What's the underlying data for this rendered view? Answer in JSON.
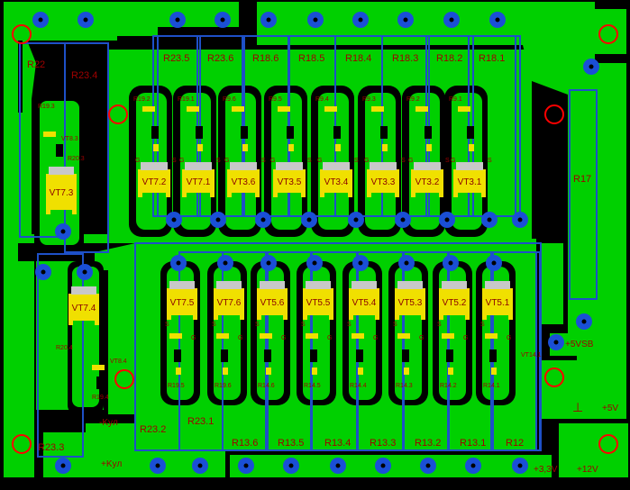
{
  "colors": {
    "board": "#000000",
    "copper": "#00d000",
    "pad": "#1a4fd6",
    "pad_hole": "#000000",
    "outline": "#1e50c8",
    "chip": "#f0e000",
    "text": "#a00000",
    "mark": "#ff0000"
  },
  "top_resistors": [
    "R23.5",
    "R23.6",
    "R18.6",
    "R18.5",
    "R18.4",
    "R18.3",
    "R18.2",
    "R18.1"
  ],
  "top_transistors": [
    "VT7.2",
    "VT7.1",
    "VT3.6",
    "VT3.5",
    "VT3.4",
    "VT3.3",
    "VT3.2",
    "VT3.1"
  ],
  "top_small": [
    "R19.2",
    "R19.1",
    "R9.6",
    "R9.5",
    "R9.4",
    "R9.3",
    "R9.2",
    "R9.1"
  ],
  "bottom_transistors": [
    "VT7.5",
    "VT7.6",
    "VT5.6",
    "VT5.5",
    "VT5.4",
    "VT5.3",
    "VT5.2",
    "VT5.1"
  ],
  "bottom_resistors": [
    "R13.6",
    "R13.5",
    "R13.4",
    "R13.3",
    "R13.2",
    "R13.1",
    "R12"
  ],
  "bottom_small": [
    "R19.5",
    "R19.6",
    "R14.6",
    "R14.5",
    "R14.4",
    "R14.3",
    "R14.2",
    "R14.1"
  ],
  "left": {
    "r22": "R22",
    "r234": "R23.4",
    "vt73": "VT7.3",
    "vt74": "VT7.4",
    "r233": "R23.3",
    "r232": "R23.2",
    "r231": "R23.1",
    "r193": "R19.3",
    "r203": "R20.3",
    "vt83": "VT8.3",
    "r204": "R20.4",
    "vt84": "VT8.4",
    "r194": "R19.4"
  },
  "right": {
    "r17": "R17",
    "vt141": "VT14.1"
  },
  "power": {
    "neg_kul": "-Kyл",
    "pos_kul": "+Kyл",
    "p33": "+3,3V",
    "p12": "+12V",
    "p5": "+5V",
    "p5vsb": "+5VSB",
    "ground": "⊥"
  },
  "pin_s": "S",
  "pin_g": "G"
}
